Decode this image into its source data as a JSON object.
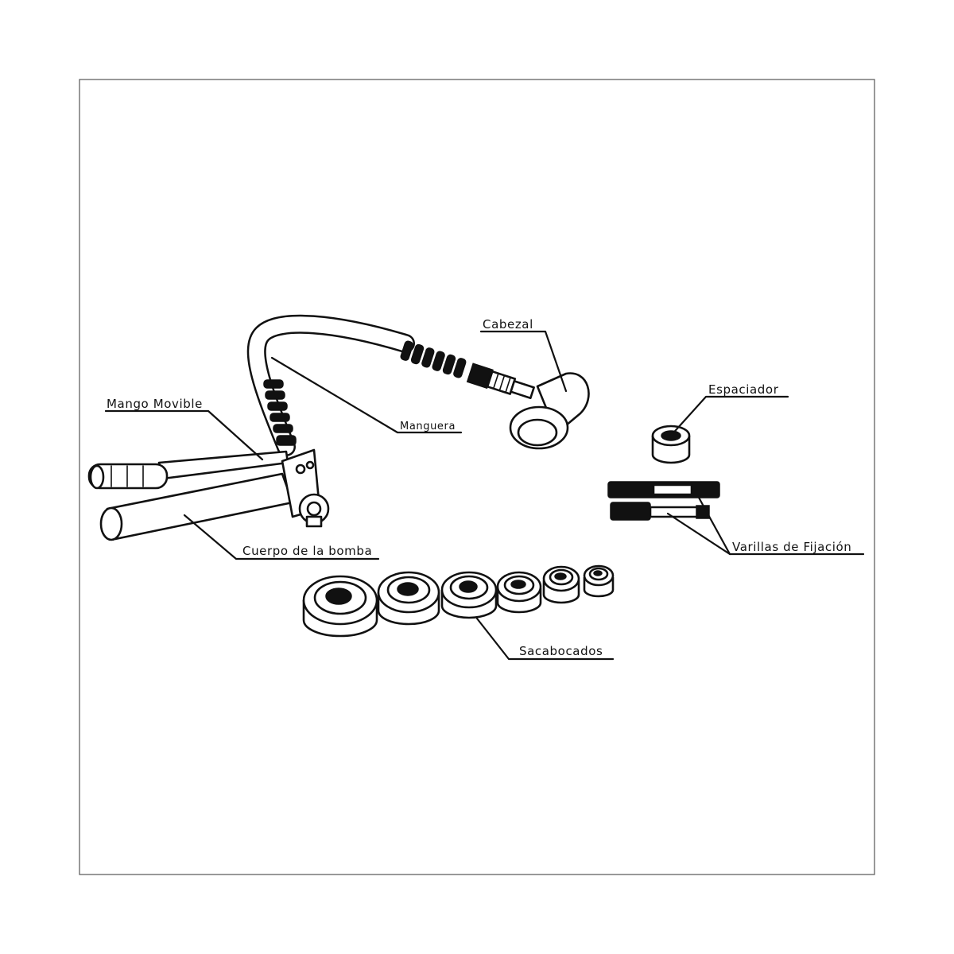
{
  "labels": {
    "cabezal": "Cabezal",
    "espaciador": "Espaciador",
    "mango_movible": "Mango Movible",
    "manguera": "Manguera",
    "cuerpo_bomba": "Cuerpo de la bomba",
    "varillas": "Varillas de Fijación",
    "sacabocados": "Sacabocados"
  },
  "colors": {
    "line": "#111111",
    "frame": "#555555",
    "background": "#ffffff"
  }
}
